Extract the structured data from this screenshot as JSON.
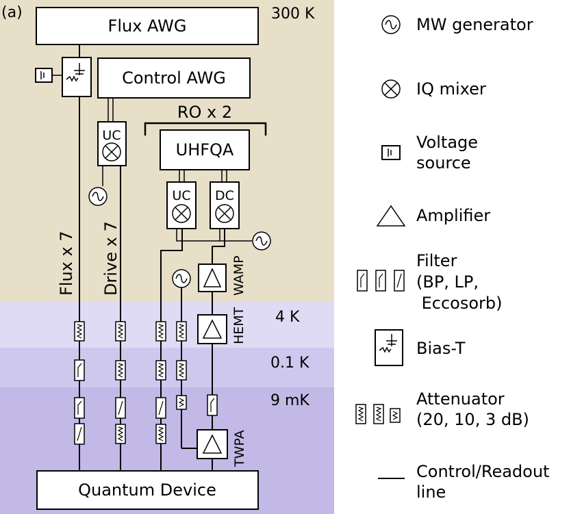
{
  "panel_label": "(a)",
  "colors": {
    "room": "#e8dfc9",
    "k4": "#dfdbf4",
    "k01": "#cfc8ee",
    "mk9": "#c2b9e6",
    "line": "#000000"
  },
  "temperatures": {
    "t300": "300 K",
    "t4": "4 K",
    "t01": "0.1 K",
    "t9": "9 mK"
  },
  "boxes": {
    "flux_awg": "Flux AWG",
    "control_awg": "Control AWG",
    "uhfqa": "UHFQA",
    "quantum_device": "Quantum Device",
    "ro": "RO x 2",
    "uc": "UC",
    "dc": "DC"
  },
  "lines": {
    "flux": "Flux x 7",
    "drive": "Drive x 7",
    "wamp": "WAMP",
    "hemt": "HEMT",
    "twpa": "TWPA"
  },
  "legend": {
    "mw_generator": "MW generator",
    "iq_mixer": "IQ mixer",
    "voltage_source": [
      "Voltage",
      "source"
    ],
    "amplifier": "Amplifier",
    "filter": [
      "Filter",
      "(BP, LP,",
      " Eccosorb)"
    ],
    "bias_t": "Bias-T",
    "attenuator": [
      "Attenuator",
      "(20, 10, 3 dB)"
    ],
    "line": [
      "Control/Readout",
      "line"
    ]
  }
}
